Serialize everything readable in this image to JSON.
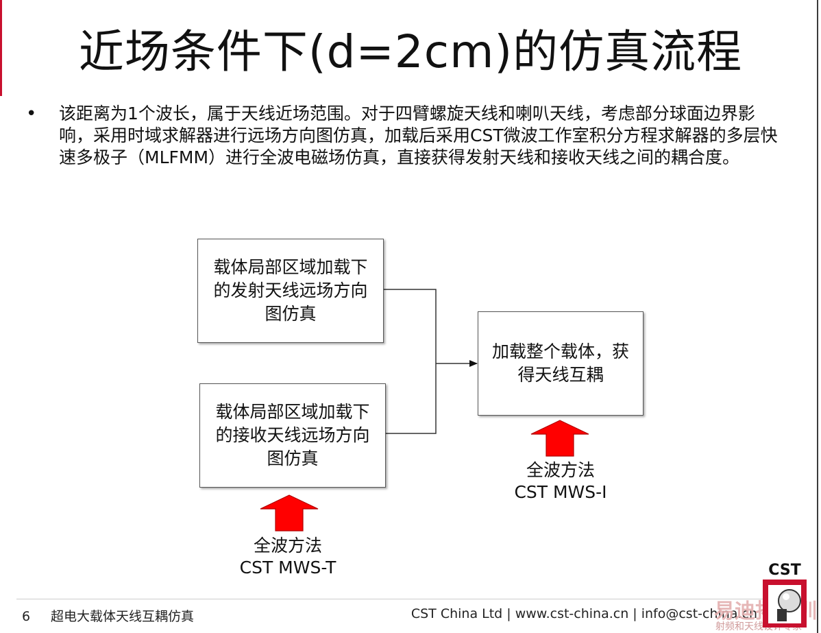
{
  "slide": {
    "title": "近场条件下(d=2cm)的仿真流程",
    "bullet_marker": "•",
    "bullet_text": "该距离为1个波长，属于天线近场范围。对于四臂螺旋天线和喇叭天线，考虑部分球面边界影响，采用时域求解器进行远场方向图仿真，加载后采用CST微波工作室积分方程求解器的多层快速多极子（MLFMM）进行全波电磁场仿真，直接获得发射天线和接收天线之间的耦合度。"
  },
  "diagram": {
    "boxes": {
      "tx": "载体局部区域加载下的发射天线远场方向图仿真",
      "rx": "载体局部区域加载下的接收天线远场方向图仿真",
      "coupling": "加载整个载体，获得天线互耦"
    },
    "method_left": {
      "line1": "全波方法",
      "line2": "CST MWS-T"
    },
    "method_right": {
      "line1": "全波方法",
      "line2": "CST MWS-I"
    },
    "arrow_color": "#ff0000"
  },
  "footer": {
    "page_number": "6",
    "section": "超电大载体天线互耦仿真",
    "company": "CST China Ltd | www.cst-china.cn | info@cst-china.cn"
  },
  "logo": {
    "text": "CST",
    "icon": "cst-logo-icon"
  },
  "watermark": {
    "text": "易迪拓培训",
    "subtitle": "射频和天线设计专家"
  },
  "colors": {
    "accent": "#c8102e"
  }
}
